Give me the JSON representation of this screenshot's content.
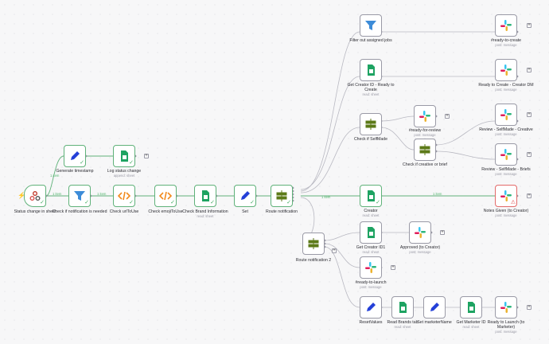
{
  "workflow": {
    "nodes": {
      "status_change": {
        "label": "Status change in sheet",
        "icon": "webhook-icon"
      },
      "generate_timestamp": {
        "label": "Generate timestamp",
        "icon": "pen-icon"
      },
      "log_status_change": {
        "label": "Log status change",
        "sub": "append: sheet",
        "icon": "sheets-icon"
      },
      "check_notification": {
        "label": "Check if notification is needed",
        "icon": "filter-icon"
      },
      "check_urlToUse": {
        "label": "Check urlToUse",
        "icon": "code-icon"
      },
      "check_emojiToUse": {
        "label": "Check emojiToUse",
        "icon": "code-icon"
      },
      "check_brand_info": {
        "label": "Check Brand Information",
        "sub": "read: sheet",
        "icon": "sheets-icon"
      },
      "set": {
        "label": "Set",
        "icon": "pen-icon"
      },
      "route_notification": {
        "label": "Route notification",
        "icon": "switch-icon"
      },
      "filter_assigned": {
        "label": "Filter out assigned jobs",
        "icon": "filter-icon"
      },
      "ready_to_create": {
        "label": "#ready-to-create",
        "sub": "post: message",
        "icon": "slack-icon"
      },
      "get_creator_id_ready": {
        "label": "Get Creator ID - Ready to Create",
        "sub": "read: sheet",
        "icon": "sheets-icon"
      },
      "ready_to_create_dm": {
        "label": "Ready to Create - Creator DM",
        "sub": "post: message",
        "icon": "slack-icon"
      },
      "ready_for_review": {
        "label": "#ready-for-review",
        "sub": "post: message",
        "icon": "slack-icon"
      },
      "check_selfmade": {
        "label": "Check if SelfMade",
        "icon": "switch-icon"
      },
      "check_creative_brief": {
        "label": "Check if creative or brief",
        "icon": "switch-icon"
      },
      "review_creative": {
        "label": "Review - SelfMade - Creative",
        "sub": "post: message",
        "icon": "slack-icon"
      },
      "review_briefs": {
        "label": "Review - SelfMade - Briefs",
        "sub": "post: message",
        "icon": "slack-icon"
      },
      "creator": {
        "label": "Creator",
        "sub": "read: sheet",
        "icon": "sheets-icon"
      },
      "notes_given": {
        "label": "Notes Given (to Creator)",
        "sub": "post: message",
        "icon": "slack-icon"
      },
      "route_notification_2": {
        "label": "Route notification 2",
        "icon": "switch-icon"
      },
      "get_creator_id1": {
        "label": "Get Creator ID1",
        "sub": "read: sheet",
        "icon": "sheets-icon"
      },
      "approved": {
        "label": "Approved (to Creator)",
        "sub": "post: message",
        "icon": "slack-icon"
      },
      "ready_to_launch": {
        "label": "#ready-to-launch",
        "sub": "post: message",
        "icon": "slack-icon"
      },
      "reset_values": {
        "label": "ResetValues",
        "icon": "pen-icon"
      },
      "read_brands_tab": {
        "label": "Read Brands tab",
        "sub": "read: sheet",
        "icon": "sheets-icon"
      },
      "set_marketer_name": {
        "label": "Set marketerName",
        "icon": "pen-icon"
      },
      "get_marketer_id": {
        "label": "Get Marketer ID",
        "sub": "read: sheet",
        "icon": "sheets-icon"
      },
      "ready_to_launch_marketer": {
        "label": "Ready to Launch (to Marketer)",
        "sub": "post: message",
        "icon": "slack-icon"
      }
    },
    "edge_labels": {
      "e1": "1 item",
      "e2": "1 item",
      "e3": "1 item",
      "e4": "1 item",
      "e5": "1 item"
    }
  }
}
